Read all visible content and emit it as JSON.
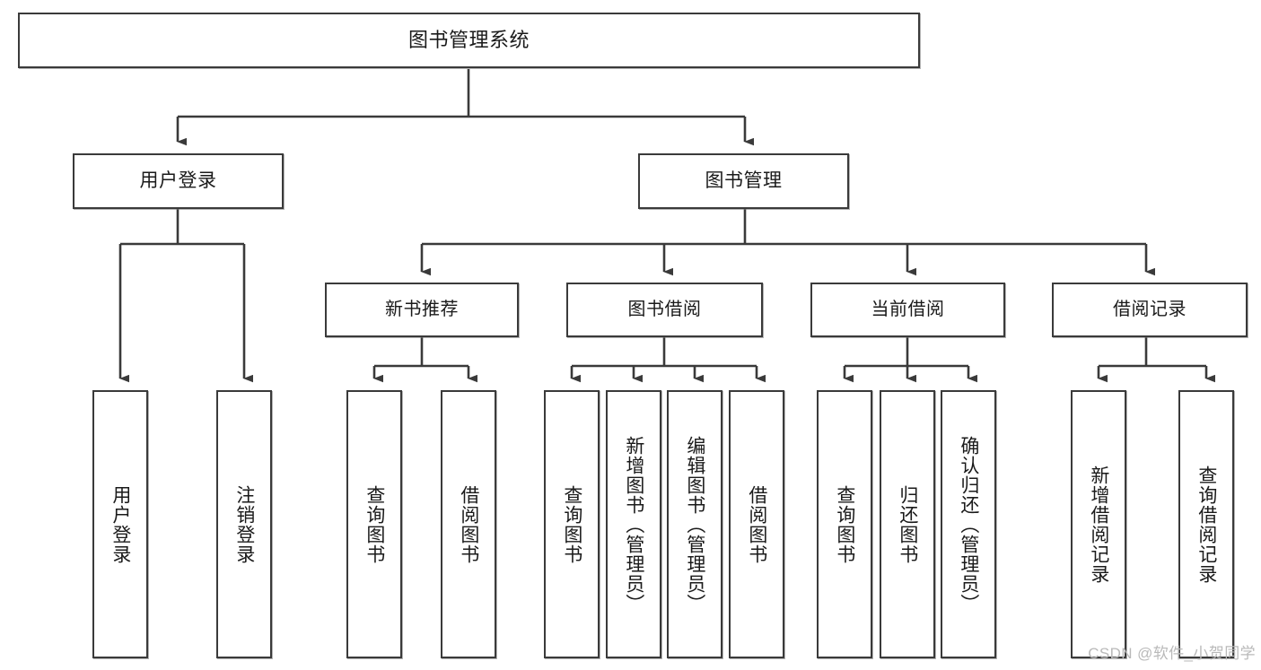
{
  "diagram": {
    "title": "图书管理系统",
    "type": "tree-hierarchy",
    "watermark": "CSDN @软件_小贺同学",
    "colors": {
      "box_border": "#3a3a3a",
      "box_fill": "#ffffff",
      "connector": "#3a3a3a",
      "text": "#1a1a1a",
      "watermark": "#b9b9b9"
    }
  },
  "nodes": {
    "root": {
      "label": "图书管理系统"
    },
    "branches": [
      {
        "id": "user-login",
        "label": "用户登录"
      },
      {
        "id": "book-manage",
        "label": "图书管理"
      }
    ],
    "groups": [
      {
        "id": "new-book-recommend",
        "label": "新书推荐"
      },
      {
        "id": "book-borrow",
        "label": "图书借阅"
      },
      {
        "id": "current-borrow",
        "label": "当前借阅"
      },
      {
        "id": "borrow-record",
        "label": "借阅记录"
      }
    ],
    "leaves": {
      "user_login": [
        {
          "id": "leaf-user-login",
          "label": "用户登录"
        },
        {
          "id": "leaf-user-logout",
          "label": "注销登录"
        }
      ],
      "new_book_recommend": [
        {
          "id": "leaf-query-book-1",
          "label": "查询图书"
        },
        {
          "id": "leaf-borrow-book-1",
          "label": "借阅图书"
        }
      ],
      "book_borrow": [
        {
          "id": "leaf-query-book-2",
          "label": "查询图书"
        },
        {
          "id": "leaf-add-book",
          "label": "新增图书（管理员）"
        },
        {
          "id": "leaf-edit-book",
          "label": "编辑图书（管理员）"
        },
        {
          "id": "leaf-borrow-book-2",
          "label": "借阅图书"
        }
      ],
      "current_borrow": [
        {
          "id": "leaf-query-book-3",
          "label": "查询图书"
        },
        {
          "id": "leaf-return-book",
          "label": "归还图书"
        },
        {
          "id": "leaf-confirm-return",
          "label": "确认归还（管理员）"
        }
      ],
      "borrow_record": [
        {
          "id": "leaf-add-record",
          "label": "新增借阅记录"
        },
        {
          "id": "leaf-query-record",
          "label": "查询借阅记录"
        }
      ]
    }
  }
}
